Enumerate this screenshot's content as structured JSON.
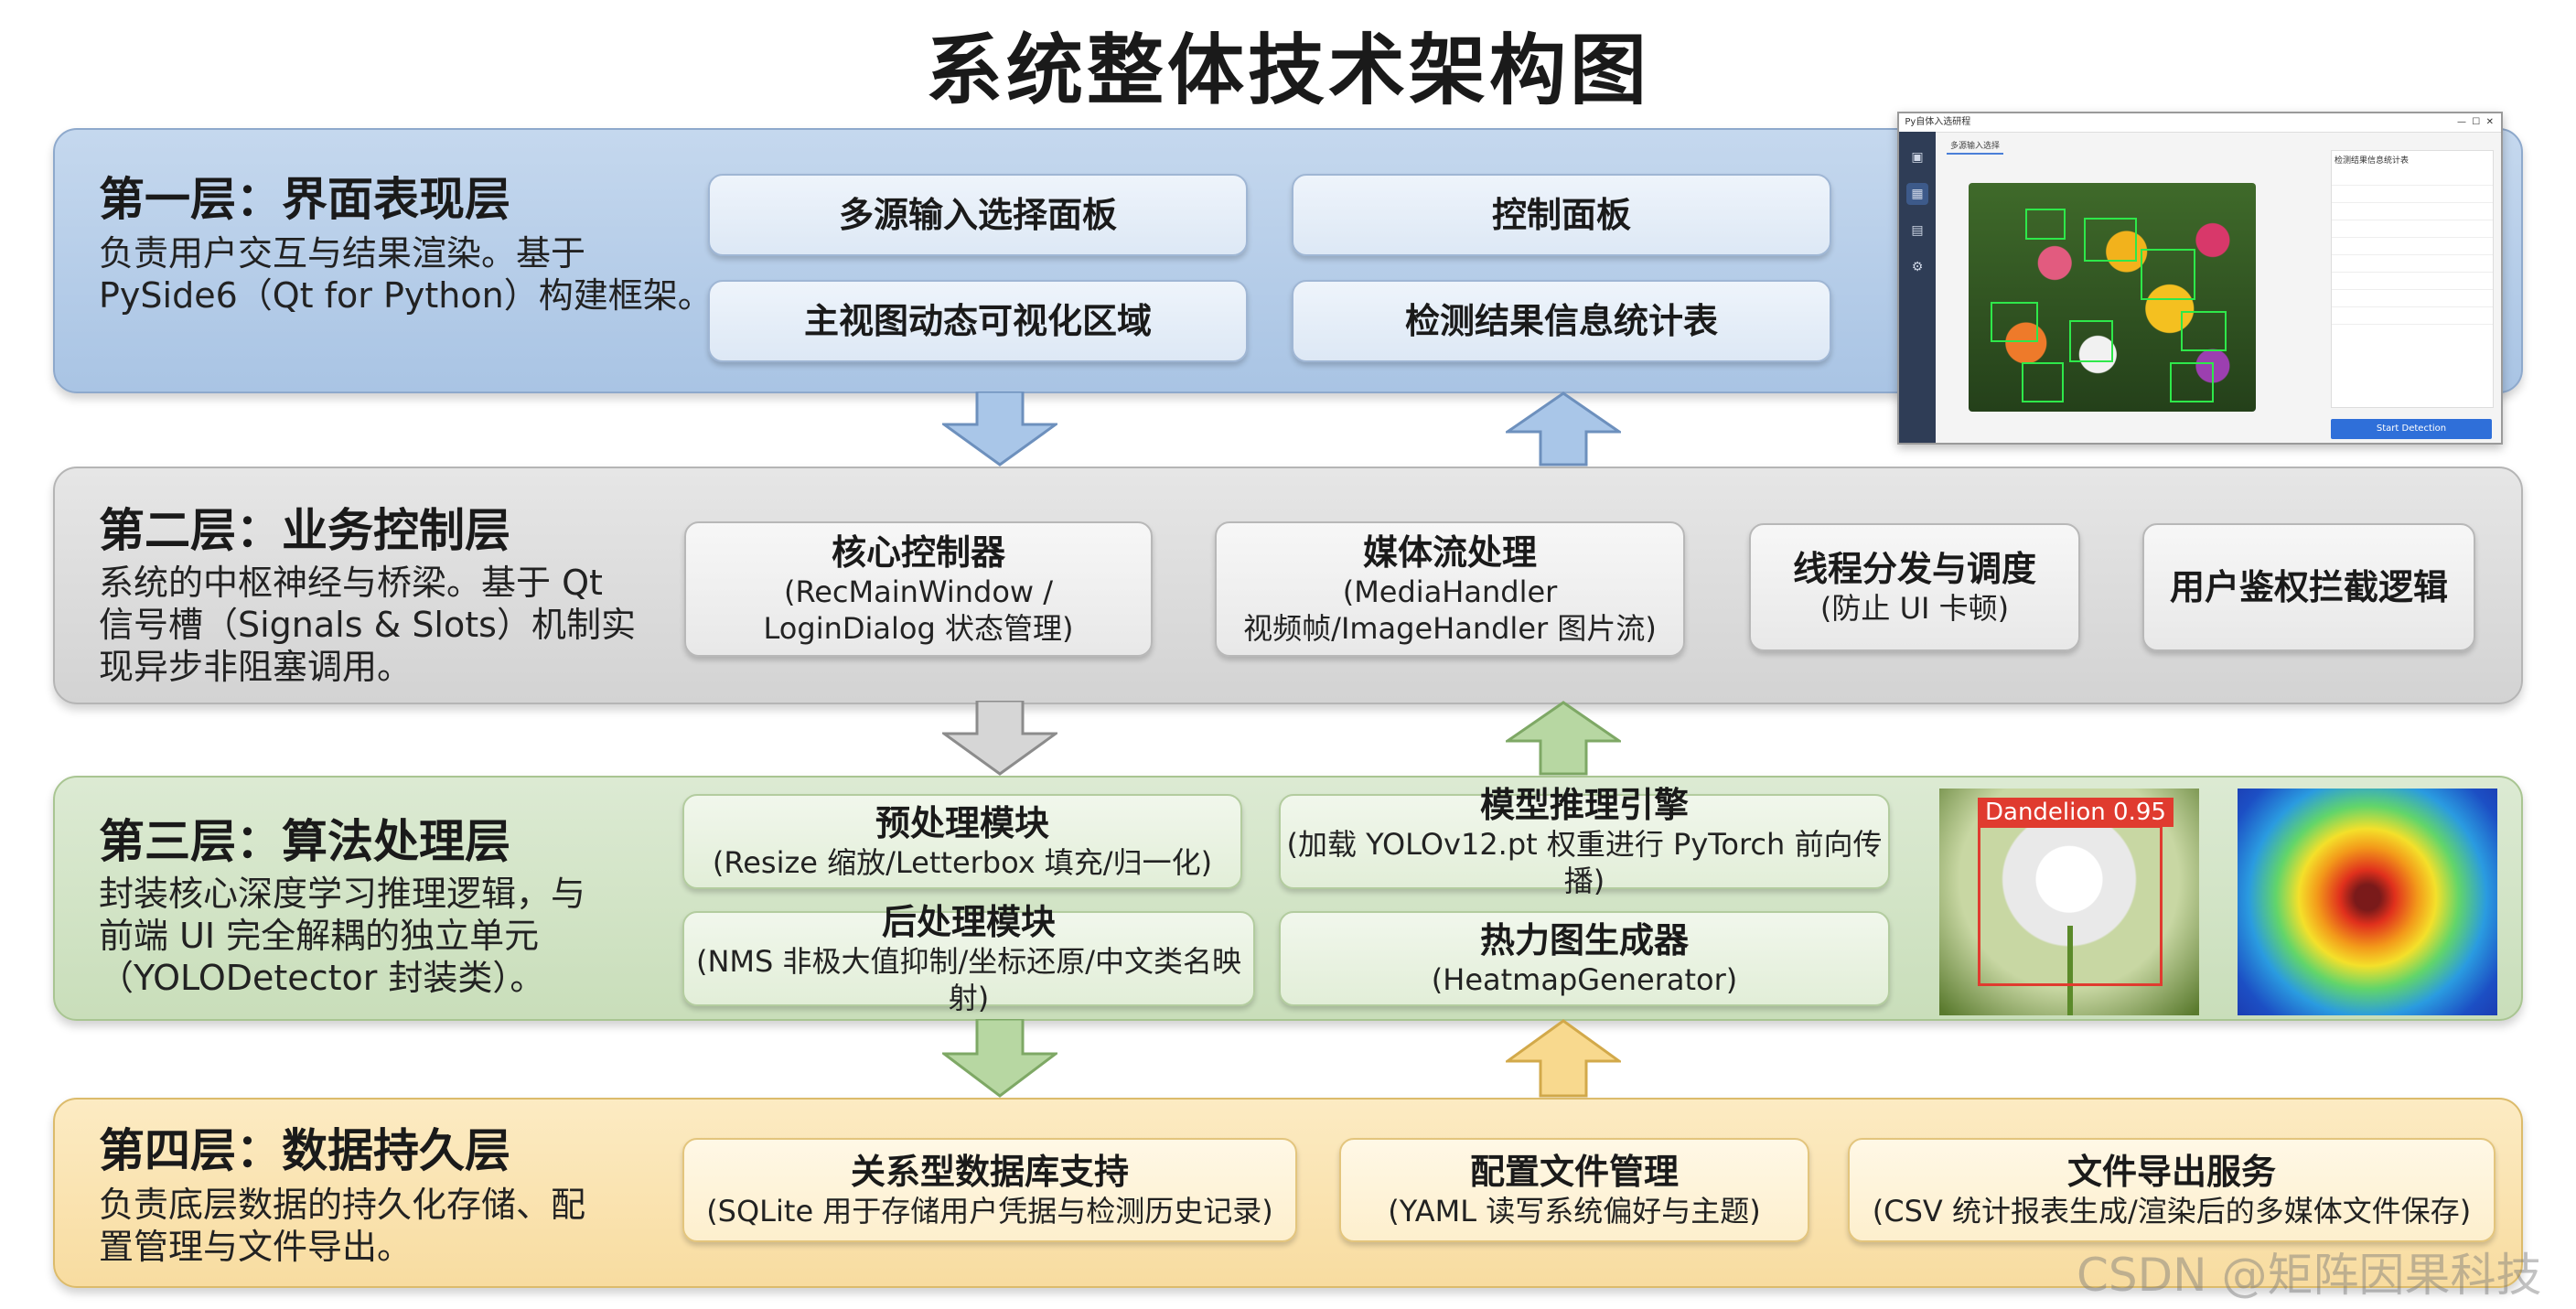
{
  "title": "系统整体技术架构图",
  "layers": [
    {
      "title": "第一层：界面表现层",
      "desc": [
        "负责用户交互与结果渲染。基于",
        "PySide6（Qt for Python）构建框架。"
      ],
      "boxes": [
        {
          "title": "多源输入选择面板"
        },
        {
          "title": "控制面板"
        },
        {
          "title": "主视图动态可视化区域"
        },
        {
          "title": "检测结果信息统计表"
        }
      ]
    },
    {
      "title": "第二层：业务控制层",
      "desc": [
        "系统的中枢神经与桥梁。基于 Qt",
        "信号槽（Signals & Slots）机制实",
        "现异步非阻塞调用。"
      ],
      "boxes": [
        {
          "title": "核心控制器",
          "sub": [
            "(RecMainWindow /",
            "LoginDialog 状态管理)"
          ]
        },
        {
          "title": "媒体流处理",
          "sub": [
            "(MediaHandler",
            "视频帧/ImageHandler 图片流)"
          ]
        },
        {
          "title": "线程分发与调度",
          "sub": [
            "(防止 UI 卡顿)"
          ]
        },
        {
          "title": "用户鉴权拦截逻辑"
        }
      ]
    },
    {
      "title": "第三层：算法处理层",
      "desc": [
        "封装核心深度学习推理逻辑，与",
        "前端 UI 完全解耦的独立单元",
        "（YOLODetector 封装类）。"
      ],
      "boxes": [
        {
          "title": "预处理模块",
          "sub": [
            "(Resize 缩放/Letterbox 填充/归一化)"
          ]
        },
        {
          "title": "模型推理引擎",
          "sub": [
            "(加载 YOLOv12.pt 权重进行 PyTorch 前向传播)"
          ]
        },
        {
          "title": "后处理模块",
          "sub": [
            "(NMS 非极大值抑制/坐标还原/中文类名映射)"
          ]
        },
        {
          "title": "热力图生成器",
          "sub": [
            "(HeatmapGenerator)"
          ]
        }
      ]
    },
    {
      "title": "第四层：数据持久层",
      "desc": [
        "负责底层数据的持久化存储、配",
        "置管理与文件导出。"
      ],
      "boxes": [
        {
          "title": "关系型数据库支持",
          "sub": [
            "(SQLite 用于存储用户凭据与检测历史记录)"
          ]
        },
        {
          "title": "配置文件管理",
          "sub": [
            "(YAML 读写系统偏好与主题)"
          ]
        },
        {
          "title": "文件导出服务",
          "sub": [
            "(CSV 统计报表生成/渲染后的多媒体文件保存)"
          ]
        }
      ]
    }
  ],
  "dandelion_label": "Dandelion 0.95",
  "watermark": "CSDN @矩阵因果科技",
  "screenshot": {
    "window_title": "Py自体入选研程",
    "tab": "多源输入选择",
    "table_title": "检测结果信息统计表",
    "button": "Start Detection"
  },
  "colors": {
    "layer1": "#b8cfea",
    "layer2": "#dcdcdc",
    "layer3": "#d2e4c6",
    "layer4": "#fae3b0",
    "arrow_blue": "#a9c6e8",
    "arrow_gray": "#d6d6d6",
    "arrow_green": "#b7d7a2",
    "arrow_yellow": "#f8d98e"
  }
}
